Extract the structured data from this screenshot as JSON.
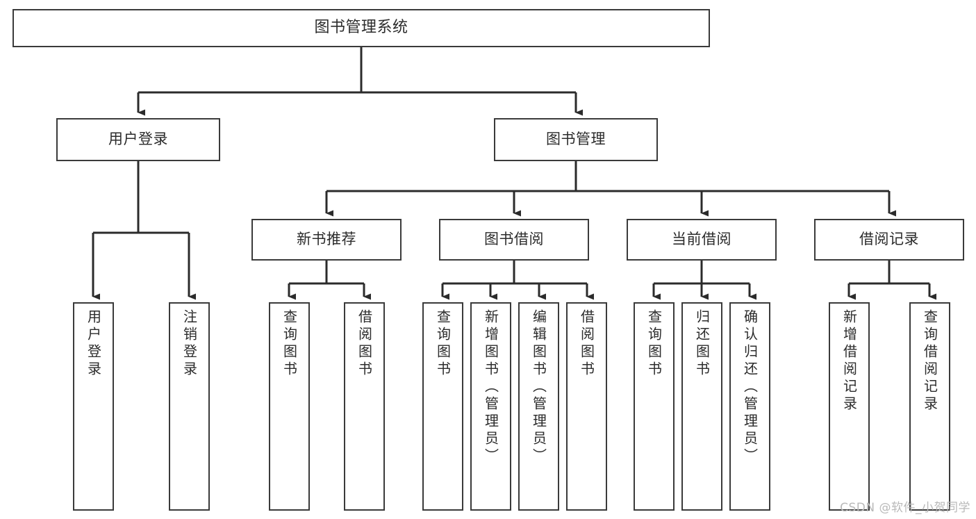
{
  "diagram": {
    "title": "图书管理系统",
    "type": "function-structure-tree",
    "colors": {
      "box_border": "#3a3a3a",
      "box_fill": "#ffffff",
      "connector": "#2b2b2b",
      "text": "#2b2b2b",
      "watermark": "#b9b9b9",
      "background": "#ffffff"
    },
    "root": {
      "label": "图书管理系统"
    },
    "level2": [
      {
        "label": "用户登录"
      },
      {
        "label": "图书管理"
      }
    ],
    "level3": [
      {
        "label": "新书推荐"
      },
      {
        "label": "图书借阅"
      },
      {
        "label": "当前借阅"
      },
      {
        "label": "借阅记录"
      }
    ],
    "leaves": {
      "user_login": [
        {
          "label": "用户登录"
        },
        {
          "label": "注销登录"
        }
      ],
      "new_book_recommend": [
        {
          "label": "查询图书"
        },
        {
          "label": "借阅图书"
        }
      ],
      "book_borrow": [
        {
          "label": "查询图书"
        },
        {
          "label": "新增图书（管理员）"
        },
        {
          "label": "编辑图书（管理员）"
        },
        {
          "label": "借阅图书"
        }
      ],
      "current_borrow": [
        {
          "label": "查询图书"
        },
        {
          "label": "归还图书"
        },
        {
          "label": "确认归还（管理员）"
        }
      ],
      "borrow_record": [
        {
          "label": "新增借阅记录"
        },
        {
          "label": "查询借阅记录"
        }
      ]
    },
    "watermark": "CSDN @软件_小贺同学"
  }
}
